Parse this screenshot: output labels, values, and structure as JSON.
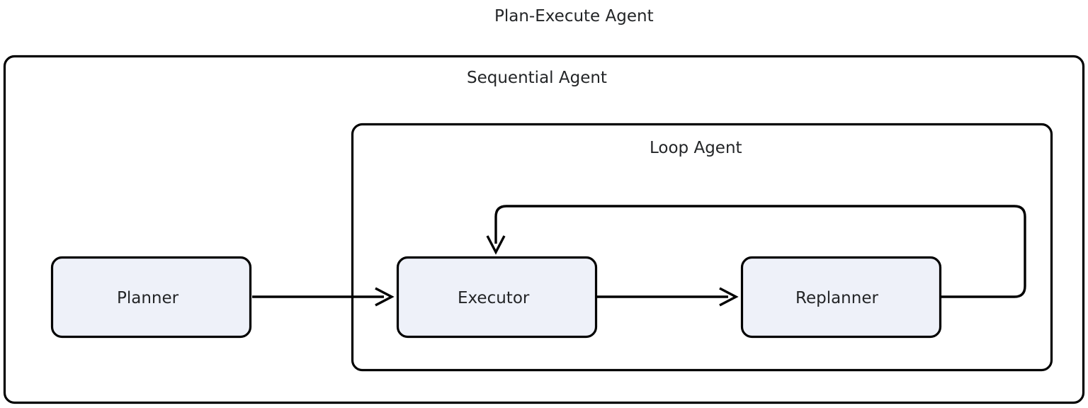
{
  "diagram": {
    "title": "Plan-Execute Agent",
    "colors": {
      "background": "#ffffff",
      "node_fill": "#eef1f9",
      "stroke": "#000000",
      "text": "#232527"
    },
    "clusters": [
      {
        "id": "sequential-agent",
        "label": "Sequential Agent"
      },
      {
        "id": "loop-agent",
        "label": "Loop Agent"
      }
    ],
    "nodes": [
      {
        "id": "planner",
        "label": "Planner"
      },
      {
        "id": "executor",
        "label": "Executor"
      },
      {
        "id": "replanner",
        "label": "Replanner"
      }
    ],
    "edges": [
      {
        "id": "planner-to-executor",
        "from": "Planner",
        "to": "Executor",
        "label": ""
      },
      {
        "id": "executor-to-replanner",
        "from": "Executor",
        "to": "Replanner",
        "label": ""
      },
      {
        "id": "replanner-to-executor-loop",
        "from": "Replanner",
        "to": "Executor",
        "label": ""
      }
    ]
  }
}
